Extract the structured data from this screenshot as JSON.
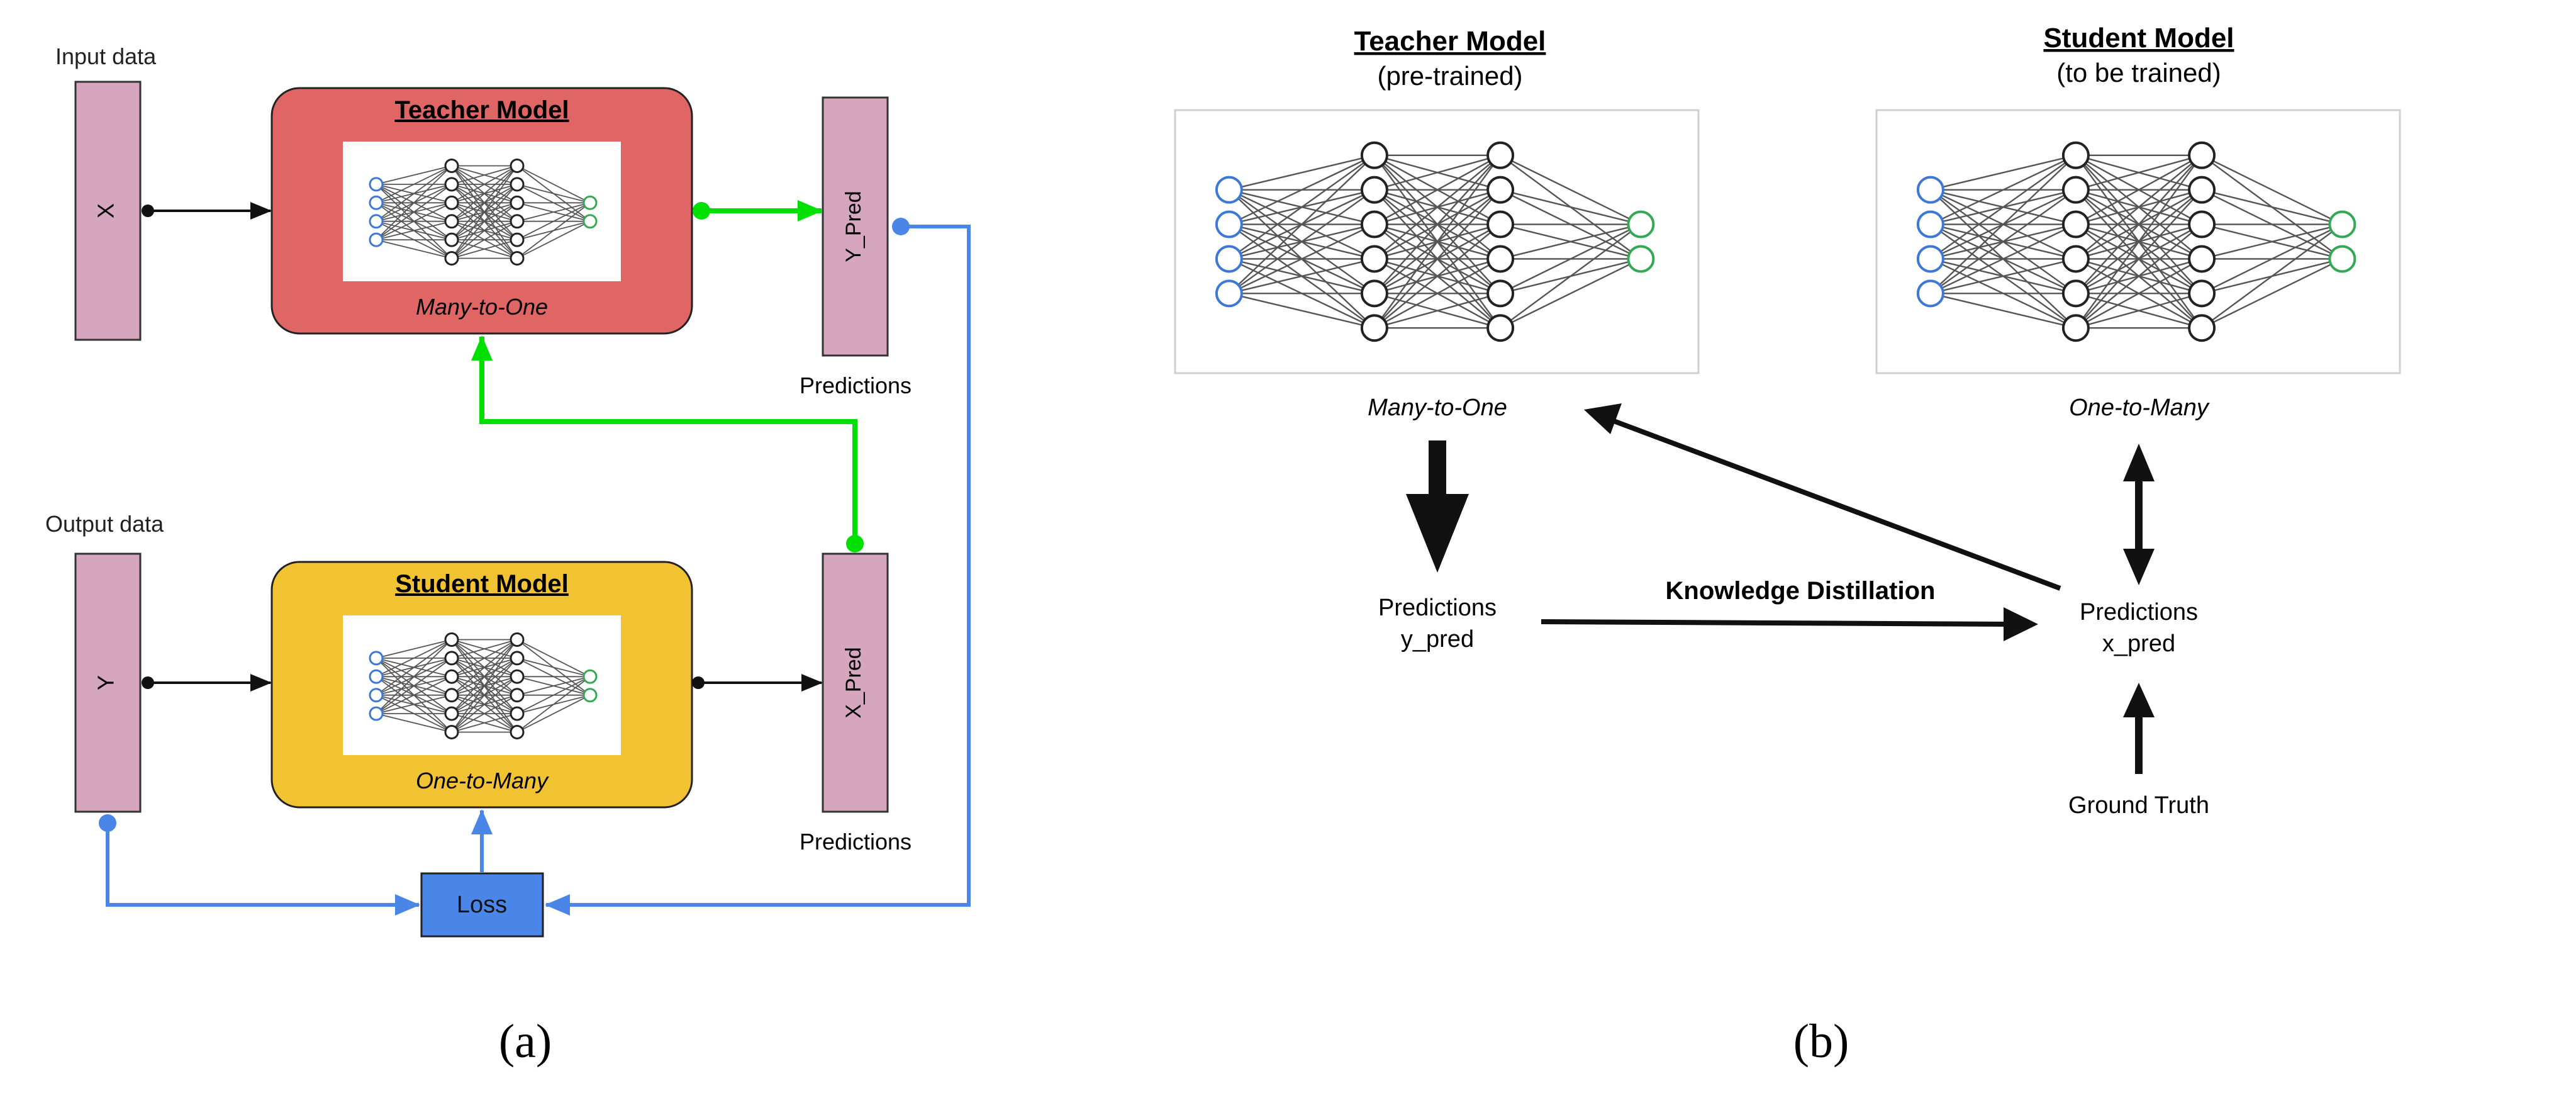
{
  "panel_a": {
    "caption": "(a)",
    "input_label": "Input data",
    "output_label": "Output data",
    "x_block": "X",
    "y_block": "Y",
    "y_pred_block": "Y_Pred",
    "x_pred_block": "X_Pred",
    "teacher_title": "Teacher Model",
    "teacher_subtitle": "Many-to-One",
    "student_title": "Student Model",
    "student_subtitle": "One-to-Many",
    "predictions_top": "Predictions",
    "predictions_bottom": "Predictions",
    "loss": "Loss"
  },
  "panel_b": {
    "caption": "(b)",
    "teacher_title": "Teacher Model",
    "teacher_note": "(pre-trained)",
    "student_title": "Student Model",
    "student_note": "(to be trained)",
    "teacher_subtitle": "Many-to-One",
    "student_subtitle": "One-to-Many",
    "pred_left_1": "Predictions",
    "pred_left_2": "y_pred",
    "pred_right_1": "Predictions",
    "pred_right_2": "x_pred",
    "kd_label": "Knowledge Distillation",
    "ground_truth": "Ground Truth"
  },
  "colors": {
    "teacher_box": "#e06666",
    "student_box": "#f1c232",
    "data_block": "#d5a6bd",
    "loss_box": "#4a86e8",
    "green_arrow": "#00e000",
    "blue_arrow": "#4a86e8",
    "input_node": "#3c78d8",
    "output_node": "#34a853"
  }
}
